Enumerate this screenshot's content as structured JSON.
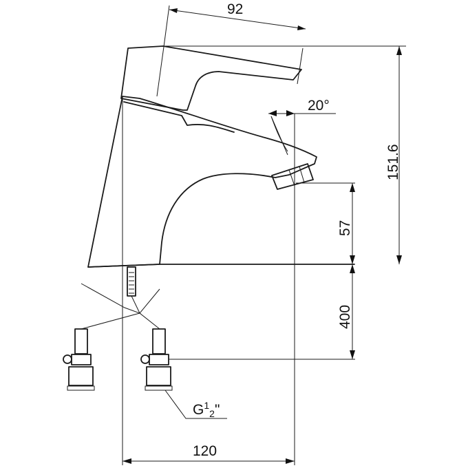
{
  "dimensions": {
    "handle_reach": "92",
    "lever_angle": "20°",
    "total_height": "151.6",
    "spout_height": "57",
    "hose_length": "400",
    "base_width": "120",
    "thread_prefix": "G",
    "thread_num": "1",
    "thread_den": "2",
    "thread_suffix": "\""
  },
  "colors": {
    "line": "#1a1a1a",
    "background": "#ffffff"
  }
}
